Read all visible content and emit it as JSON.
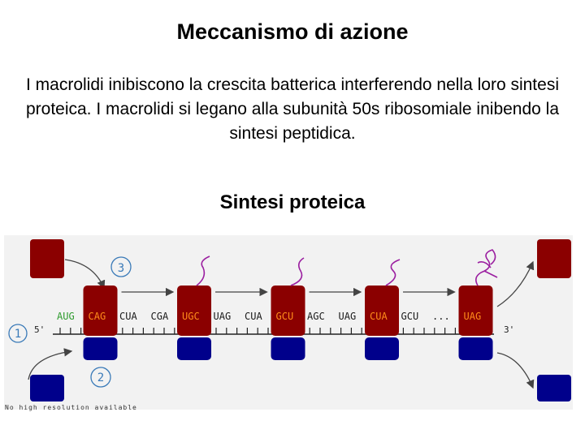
{
  "title": "Meccanismo di azione",
  "paragraph": "I macrolidi inibiscono la crescita batterica interferendo nella loro sintesi proteica. I macrolidi si legano alla subunità 50s ribosomiale inibendo la sintesi peptidica.",
  "subtitle": "Sintesi proteica",
  "diagram": {
    "codons": [
      "AUG",
      "CAG",
      "CUA",
      "CGA",
      "UGC",
      "UAG",
      "CUA",
      "GCU",
      "AGC",
      "UAG",
      "CUA",
      "GCU",
      "...",
      "UAG"
    ],
    "end_5": "5'",
    "end_3": "3'",
    "step_labels": [
      "1",
      "2",
      "3"
    ],
    "colors": {
      "large_subunit": "#8b0000",
      "small_subunit": "#00008b",
      "start_codon": "#2e9b2e",
      "codon_on_ribosome": "#ff8c1a",
      "codon": "#1a1a1a",
      "arrow": "#444444",
      "peptide": "#9b1fa0"
    }
  },
  "footer_text": "No high resolution available"
}
